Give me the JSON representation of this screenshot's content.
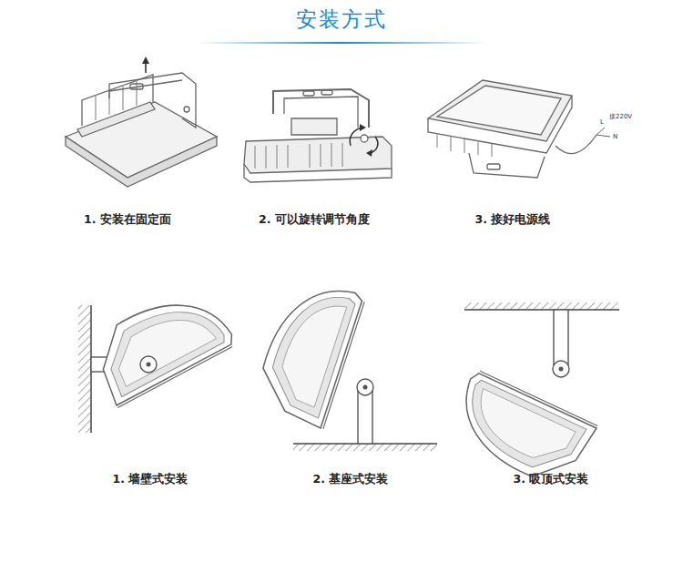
{
  "diagram": {
    "title": "安装方式",
    "labels": [
      "接220V",
      "L",
      "N",
      "1. 安装在固定面",
      "2. 可以旋转调节角度",
      "3. 接好电源线",
      "1. 墙壁式安装",
      "2. 基座式安装",
      "3. 吸顶式安装"
    ]
  }
}
